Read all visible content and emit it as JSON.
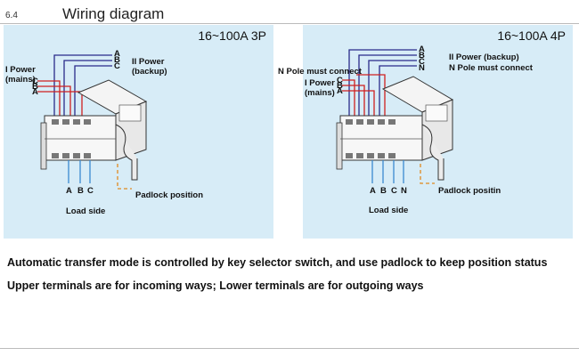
{
  "section_number": "6.4",
  "title": "Wiring diagram",
  "panels": [
    {
      "heading": "16~100A 3P",
      "top_phases": [
        "A",
        "B",
        "C"
      ],
      "backup_label": "II Power\n(backup)",
      "mains_label": "I Power\n(mains)",
      "mains_phases": [
        "C",
        "B",
        "A"
      ],
      "bottom_phases": [
        "A",
        "B",
        "C"
      ],
      "padlock_label": "Padlock position",
      "load_label": "Load side"
    },
    {
      "heading": "16~100A 4P",
      "top_phases": [
        "A",
        "B",
        "C",
        "N"
      ],
      "backup_label": "II Power (backup)",
      "backup_note": "N Pole must connect",
      "npole_left": "N Pole must connect",
      "mains_label": "I Power\n(mains)",
      "mains_phases": [
        "C",
        "B",
        "A"
      ],
      "bottom_phases": [
        "A",
        "B",
        "C",
        "N"
      ],
      "padlock_label": "Padlock positin",
      "load_label": "Load side"
    }
  ],
  "notes": [
    "Automatic transfer mode is controlled by key selector switch, and use padlock to keep position status",
    "Upper terminals are for incoming ways; Lower terminals are for outgoing ways"
  ],
  "colors": {
    "panel_bg": "#d7ecf7",
    "backup_wire": "#2a2a8a",
    "mains_wire": "#d02020",
    "load_wire": "#3a8ad0",
    "padlock_dash": "#e08a20"
  }
}
